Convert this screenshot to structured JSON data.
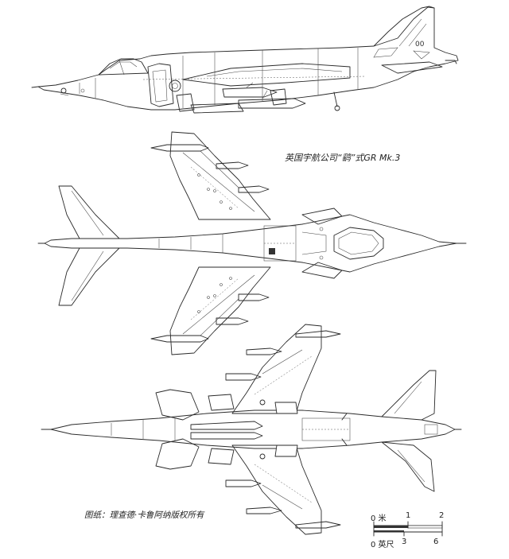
{
  "caption": "英国宇航公司“鹞”式GR Mk.3",
  "credit": "图纸：理查德·卡鲁阿纳版权所有",
  "scale": {
    "meters_label": "0 米",
    "meters_ticks": [
      "1",
      "2"
    ],
    "feet_label": "0 英尺",
    "feet_ticks": [
      "3",
      "6"
    ]
  },
  "side_view": {
    "tail_code": "00"
  }
}
